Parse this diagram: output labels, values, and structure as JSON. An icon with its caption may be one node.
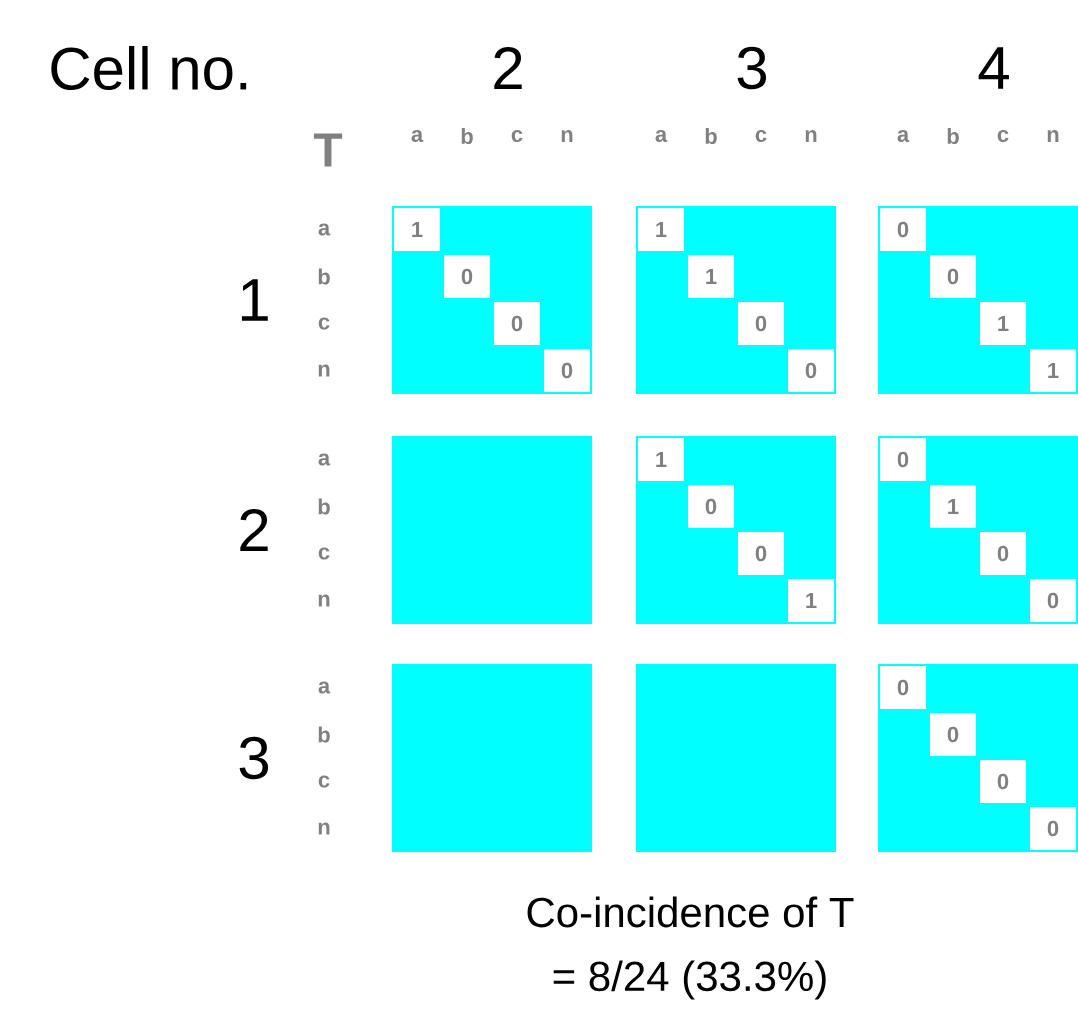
{
  "diagram": {
    "labels": [
      "Cell no.",
      "2",
      "3",
      "4",
      "T",
      "a",
      "b",
      "c",
      "n",
      "a",
      "b",
      "c",
      "n",
      "a",
      "b",
      "c",
      "n",
      "1",
      "a",
      "b",
      "c",
      "n",
      "1",
      "0",
      "0",
      "0",
      "1",
      "1",
      "0",
      "0",
      "0",
      "0",
      "1",
      "1",
      "2",
      "a",
      "b",
      "c",
      "n",
      "1",
      "0",
      "0",
      "1",
      "0",
      "1",
      "0",
      "0",
      "3",
      "a",
      "b",
      "c",
      "n",
      "0",
      "0",
      "0",
      "0",
      "Co-incidence of T",
      "= 8/24 (33.3%)"
    ]
  }
}
